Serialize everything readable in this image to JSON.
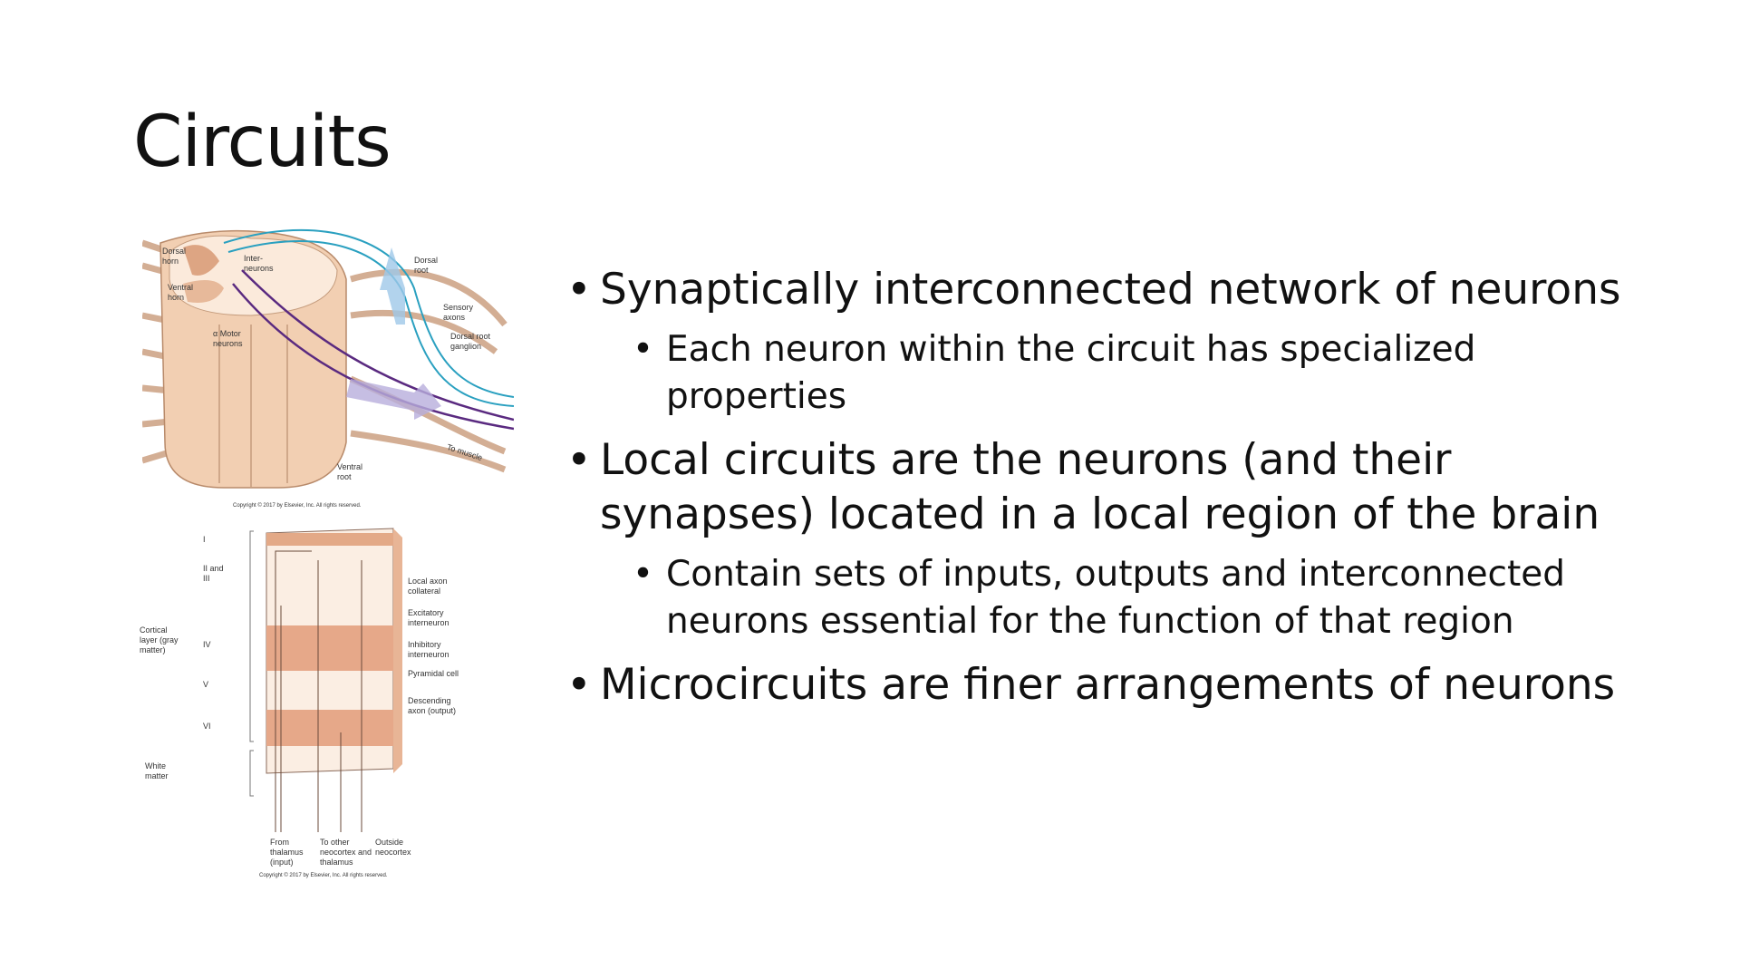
{
  "slide": {
    "title": "Circuits",
    "bullets": [
      {
        "text": "Synaptically interconnected network of neurons",
        "sub": [
          "Each neuron within the circuit has specialized properties"
        ]
      },
      {
        "text": "Local circuits are the neurons (and their synapses) located in a local region of the brain",
        "sub": [
          "Contain sets of inputs, outputs and interconnected neurons essential for the function of that region"
        ]
      },
      {
        "text": "Microcircuits are finer arrangements of neurons",
        "sub": []
      }
    ]
  },
  "figure_spinal": {
    "labels": {
      "dorsal_horn": "Dorsal horn",
      "ventral_horn": "Ventral horn",
      "interneurons": "Inter-neurons",
      "motor_neurons": "α Motor neurons",
      "dorsal_root": "Dorsal root",
      "sensory_axons": "Sensory axons",
      "dorsal_root_ganglion": "Dorsal root ganglion",
      "ventral_root": "Ventral root",
      "to_muscle": "To muscle"
    },
    "copyright": "Copyright © 2017 by Elsevier, Inc. All rights reserved."
  },
  "figure_cortex": {
    "layers": [
      "I",
      "II and III",
      "IV",
      "V",
      "VI"
    ],
    "labels": {
      "cortical_layer": "Cortical layer (gray matter)",
      "white_matter": "White matter",
      "local_axon": "Local axon collateral",
      "excitatory": "Excitatory interneuron",
      "inhibitory": "Inhibitory interneuron",
      "pyramidal": "Pyramidal cell",
      "descending": "Descending axon (output)",
      "from_thalamus": "From thalamus (input)",
      "to_other": "To other neocortex and thalamus",
      "outside": "Outside neocortex"
    },
    "copyright": "Copyright © 2017 by Elsevier, Inc. All rights reserved."
  }
}
